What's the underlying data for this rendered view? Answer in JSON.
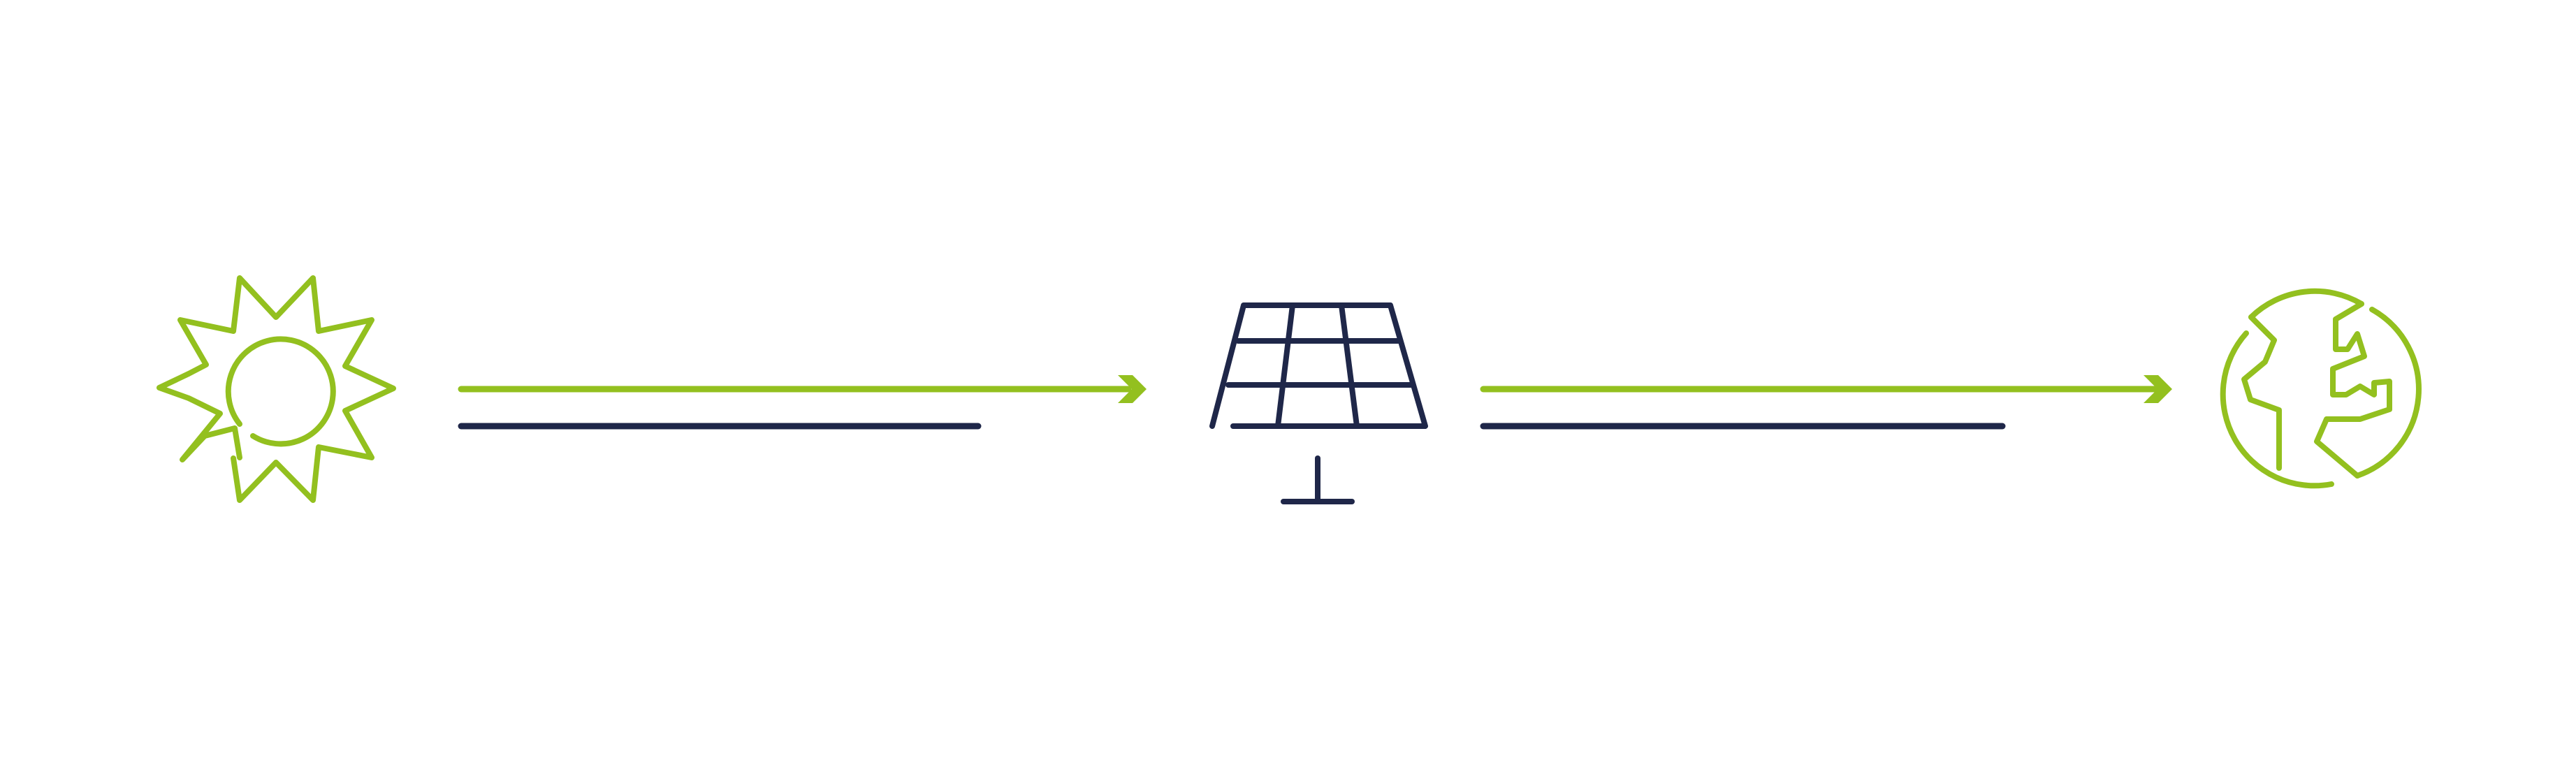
{
  "diagram": {
    "flow": [
      {
        "node": "sun",
        "icon": "sun-icon"
      },
      {
        "node": "solar-panel",
        "icon": "solar-panel-icon"
      },
      {
        "node": "earth",
        "icon": "globe-icon"
      }
    ],
    "connectors": [
      {
        "from": "sun",
        "to": "solar-panel",
        "icon": "arrow-right-icon"
      },
      {
        "from": "solar-panel",
        "to": "earth",
        "icon": "arrow-right-icon"
      }
    ]
  },
  "colors": {
    "accent_green": "#93c01f",
    "navy": "#1f2749",
    "background": "#ffffff"
  }
}
